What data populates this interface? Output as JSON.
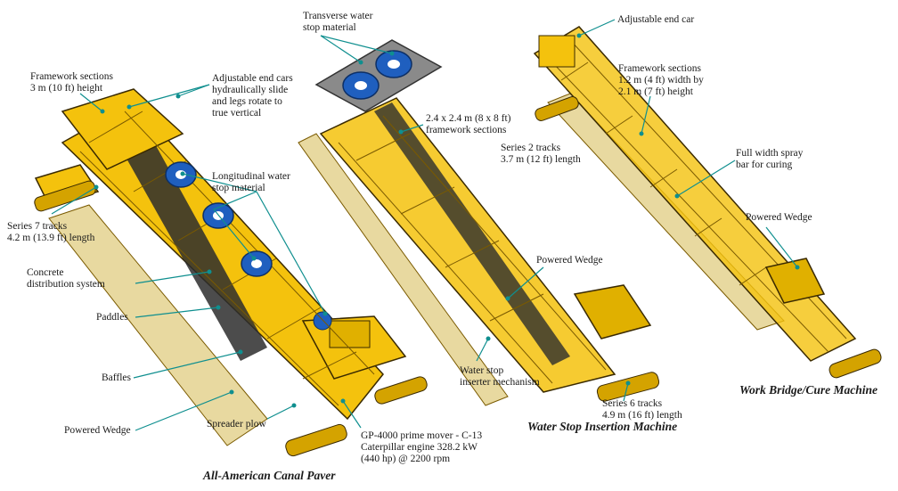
{
  "colors": {
    "structure": "#f4c20d",
    "structure_dark": "#b8860b",
    "outline": "#3a2a00",
    "walkway": "#e8d9a0",
    "spool": "#1f5fbf",
    "leader": "#0f8f8f"
  },
  "machines": {
    "paver": {
      "caption": "All-American Canal Paver",
      "labels": {
        "framework_sections": "Framework sections\n3 m (10 ft) height",
        "adjustable_end_cars": "Adjustable end cars\nhydraulically slide\nand legs rotate to\ntrue vertical",
        "longitudinal_water_stop": "Longitudinal water\nstop material",
        "series7_tracks": "Series 7 tracks\n4.2 m (13.9 ft) length",
        "concrete_distribution": "Concrete\ndistribution system",
        "paddles": "Paddles",
        "baffles": "Baffles",
        "powered_wedge": "Powered Wedge",
        "spreader_plow": "Spreader plow",
        "prime_mover": "GP-4000 prime mover - C-13\nCaterpillar engine 328.2 kW\n(440 hp) @ 2200 rpm"
      }
    },
    "water_stop": {
      "caption": "Water Stop Insertion Machine",
      "labels": {
        "transverse_water_stop": "Transverse water\nstop material",
        "framework_sections": "2.4 x 2.4 m (8 x 8 ft)\nframework sections",
        "series2_tracks": "Series 2 tracks\n3.7 m (12 ft) length",
        "powered_wedge": "Powered Wedge",
        "inserter_mechanism": "Water stop\ninserter mechanism",
        "series6_tracks": "Series 6 tracks\n4.9 m (16 ft) length"
      }
    },
    "cure": {
      "caption": "Work Bridge/Cure Machine",
      "labels": {
        "adjustable_end_car": "Adjustable end car",
        "framework_sections": "Framework sections\n1.2 m (4 ft) width by\n2.1 m (7 ft) height",
        "spray_bar": "Full width spray\nbar for curing",
        "powered_wedge": "Powered Wedge"
      }
    }
  }
}
